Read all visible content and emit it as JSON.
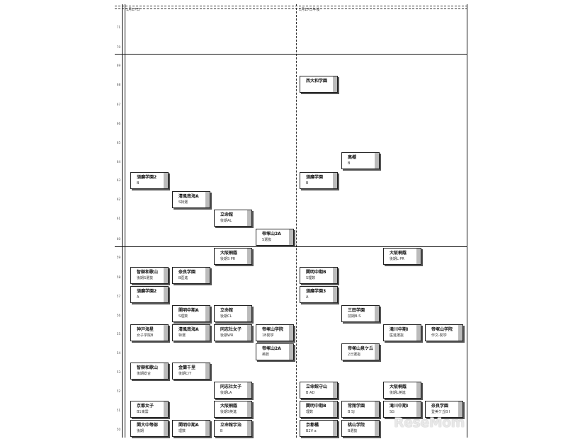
{
  "header": {
    "left": "1月17日",
    "right": "1月17日午後"
  },
  "levels": [
    "71",
    "70",
    "69",
    "68",
    "67",
    "66",
    "65",
    "64",
    "63",
    "62",
    "61",
    "60",
    "59",
    "58",
    "57",
    "56",
    "55",
    "54",
    "53",
    "52",
    "51",
    "50"
  ],
  "cards": [
    {
      "name": "西大和学園",
      "course": ""
    },
    {
      "name": "高槻",
      "course": "B"
    },
    {
      "name": "須磨学園",
      "course": "B"
    },
    {
      "name": "須磨学園2",
      "course": "B"
    },
    {
      "name": "清風南海A",
      "course": "S特選"
    },
    {
      "name": "立命館",
      "course": "後期AL"
    },
    {
      "name": "帝塚山2A",
      "course": "S選抜"
    },
    {
      "name": "大阪桐蔭",
      "course": "後期S PR"
    },
    {
      "name": "大阪桐蔭",
      "course": "後期L PR"
    },
    {
      "name": "智辯和歌山",
      "course": "後期S選抜"
    },
    {
      "name": "奈良学園",
      "course": "B医進"
    },
    {
      "name": "関明中期B",
      "course": "S理数"
    },
    {
      "name": "須磨学園2",
      "course": "A"
    },
    {
      "name": "須磨学園3",
      "course": "A"
    },
    {
      "name": "関明中期A",
      "course": "S理数"
    },
    {
      "name": "立命館",
      "course": "後期CL"
    },
    {
      "name": "三田学園",
      "course": "前期B-S"
    },
    {
      "name": "神戸海星",
      "course": "女子学院B"
    },
    {
      "name": "清風南海A",
      "course": "特選"
    },
    {
      "name": "同志社女子",
      "course": "後期WR"
    },
    {
      "name": "帝塚山学院",
      "course": "1B関学"
    },
    {
      "name": "滝川中期Ⅰ",
      "course": "医進選抜"
    },
    {
      "name": "帝塚山学院",
      "course": "作文-関学"
    },
    {
      "name": "帝塚山2A",
      "course": "英数"
    },
    {
      "name": "帝塚山泉ケ丘",
      "course": "2日選抜"
    },
    {
      "name": "智辯和歌山",
      "course": "後期総合"
    },
    {
      "name": "金蘭千里",
      "course": "後期C/T"
    },
    {
      "name": "同志社女子",
      "course": "後期LA"
    },
    {
      "name": "立命館守山",
      "course": "B AD"
    },
    {
      "name": "大阪桐蔭",
      "course": "後期L英進"
    },
    {
      "name": "京都女子",
      "course": "B1東雲"
    },
    {
      "name": "大阪桐蔭",
      "course": "後期S英進"
    },
    {
      "name": "関明中期B",
      "course": "理数"
    },
    {
      "name": "常翔学園",
      "course": "B SJ"
    },
    {
      "name": "滝川中期Ⅰ",
      "course": "SG"
    },
    {
      "name": "奈良学園",
      "course": "登美ケ丘B Ⅰ"
    },
    {
      "name": "関大中等部",
      "course": "後期"
    },
    {
      "name": "関明中期A",
      "course": "理数"
    },
    {
      "name": "立命館宇治",
      "course": "B"
    },
    {
      "name": "京都橘",
      "course": "B2V a"
    },
    {
      "name": "桃山学院",
      "course": "B選抜"
    }
  ],
  "logo": "ReseMom"
}
